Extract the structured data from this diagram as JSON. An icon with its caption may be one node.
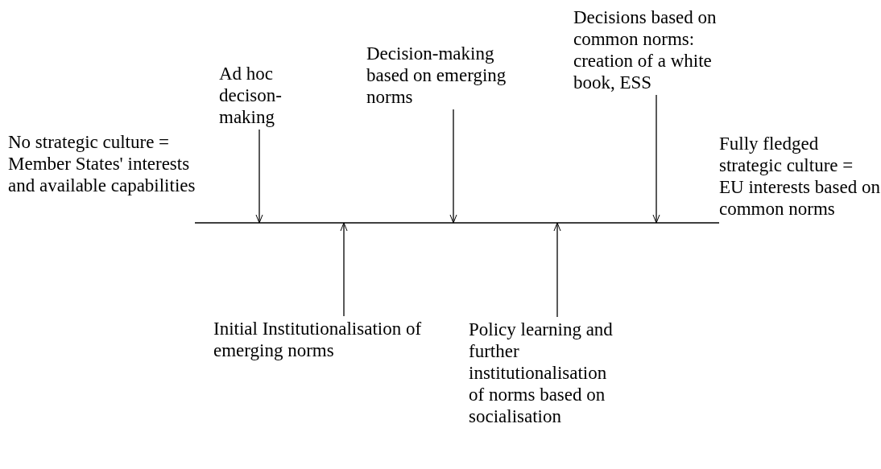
{
  "diagram": {
    "nodes": [
      {
        "text": [
          "No strategic culture = Member States' interests and available capabilities"
        ]
      },
      {
        "text": [
          "Ad hoc decison-making"
        ]
      },
      {
        "text": [
          "Decision-making based on emerging norms"
        ]
      },
      {
        "text": [
          "Decisions based on common norms: creation of a white book, ESS"
        ]
      },
      {
        "text": [
          "Fully fledged strategic culture = EU interests based on common norms"
        ]
      },
      {
        "text": [
          "Initial Institutionalisation of emerging norms"
        ]
      },
      {
        "text": [
          "Policy learning and further institutionalisation of norms based on socialisation"
        ]
      }
    ],
    "edges": [
      {
        "from": 0,
        "to": 4,
        "arrow": "none"
      },
      {
        "from": 1,
        "to": null,
        "arrow": "to"
      },
      {
        "from": 2,
        "to": null,
        "arrow": "to"
      },
      {
        "from": 3,
        "to": null,
        "arrow": "to"
      },
      {
        "from": 5,
        "to": null,
        "arrow": "to"
      },
      {
        "from": 6,
        "to": null,
        "arrow": "to"
      }
    ]
  }
}
